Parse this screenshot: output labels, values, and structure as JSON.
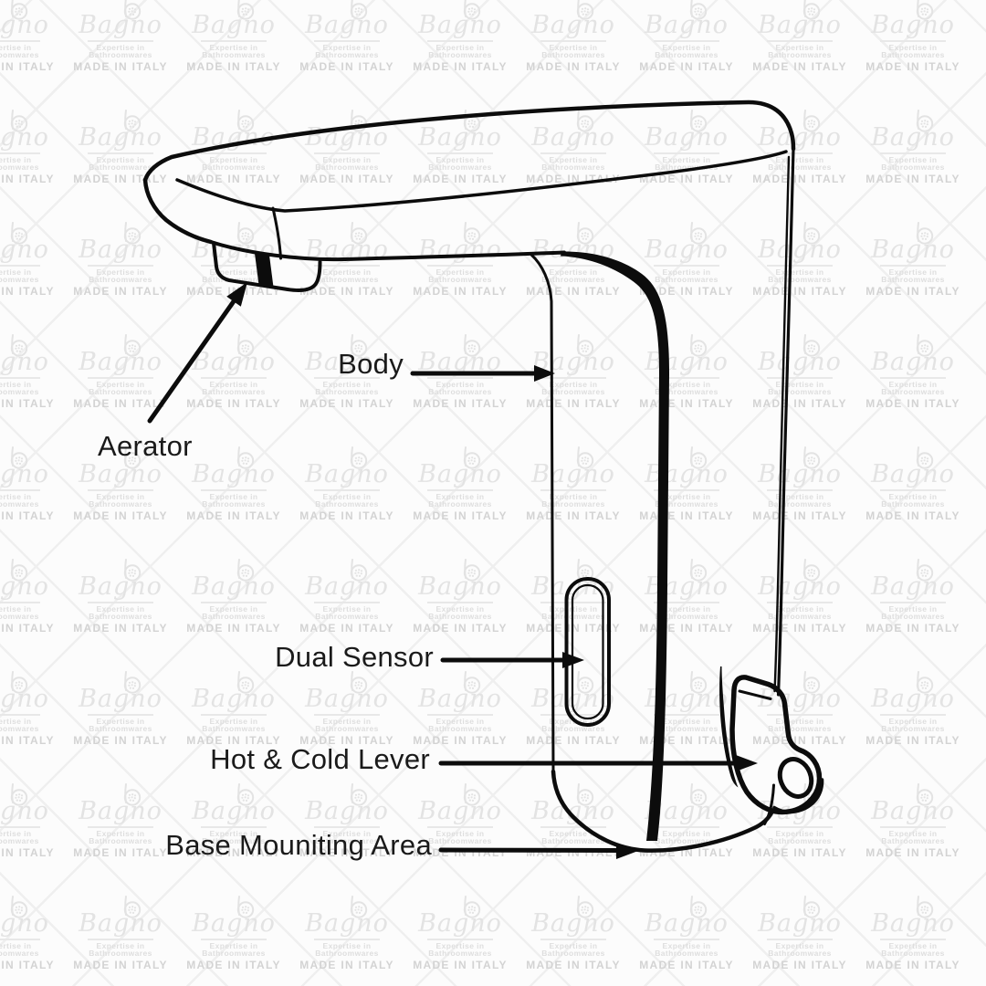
{
  "canvas": {
    "background": "#fcfcfc",
    "lattice_color": "#efefef",
    "ink": "#0c0c0c",
    "label_color": "#1a1a1a"
  },
  "watermark": {
    "brand": "Bagno",
    "tagline": "Expertise in Bathroomwares",
    "origin_text": "MADE IN ITALY",
    "icon": "b-showerhead-logo-icon",
    "script_color": "#e3e3e3",
    "rule_color": "#e8e8e8",
    "tagline_color": "#dedede",
    "origin_color": "#d3d3d3"
  },
  "diagram": {
    "subject": "sensor-faucet-line-drawing",
    "parts": [
      {
        "id": "aerator",
        "label": "Aerator"
      },
      {
        "id": "body",
        "label": "Body"
      },
      {
        "id": "dual-sensor",
        "label": "Dual Sensor"
      },
      {
        "id": "hot-cold-lever",
        "label": "Hot & Cold Lever"
      },
      {
        "id": "base-mounting-area",
        "label": "Base Mouniting Area"
      }
    ]
  }
}
